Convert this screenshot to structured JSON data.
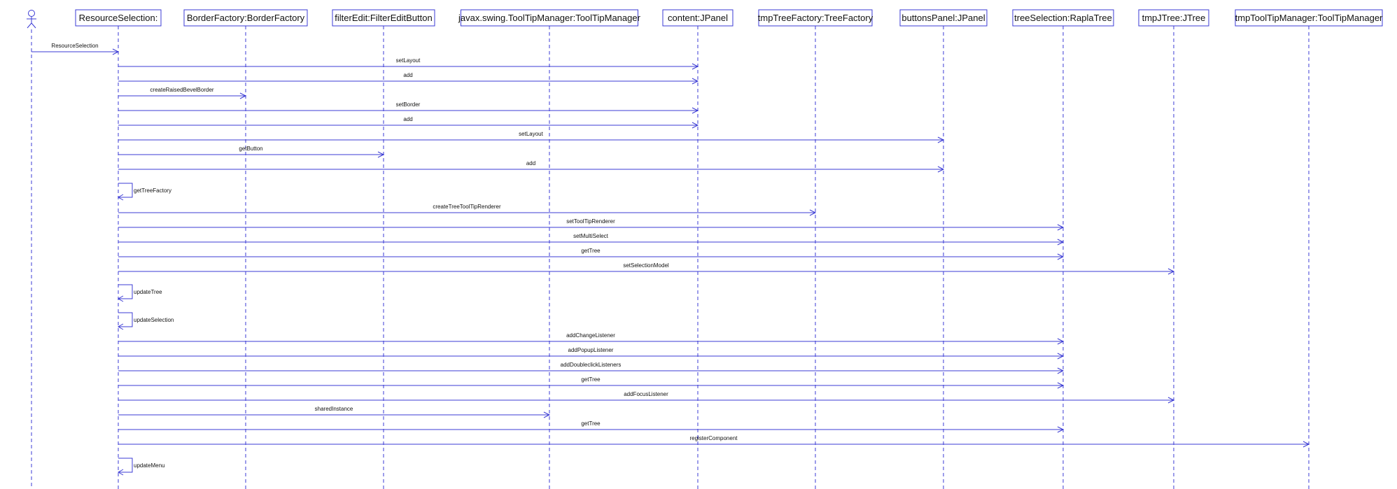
{
  "diagram": {
    "type": "sequence",
    "actor": {
      "id": "user"
    },
    "lifelines": [
      {
        "id": "resourceSelection",
        "label": "ResourceSelection:"
      },
      {
        "id": "borderFactory",
        "label": "BorderFactory:BorderFactory"
      },
      {
        "id": "filterEdit",
        "label": "filterEdit:FilterEditButton"
      },
      {
        "id": "toolTipManager",
        "label": "javax.swing.ToolTipManager:ToolTipManager"
      },
      {
        "id": "content",
        "label": "content:JPanel"
      },
      {
        "id": "tmpTreeFactory",
        "label": "tmpTreeFactory:TreeFactory"
      },
      {
        "id": "buttonsPanel",
        "label": "buttonsPanel:JPanel"
      },
      {
        "id": "treeSelection",
        "label": "treeSelection:RaplaTree"
      },
      {
        "id": "tmpJTree",
        "label": "tmpJTree:JTree"
      },
      {
        "id": "tmpToolTipManager",
        "label": "tmpToolTipManager:ToolTipManager"
      }
    ],
    "messages": [
      {
        "from": "user",
        "to": "resourceSelection",
        "label": "ResourceSelection"
      },
      {
        "from": "resourceSelection",
        "to": "content",
        "label": "setLayout"
      },
      {
        "from": "resourceSelection",
        "to": "content",
        "label": "add"
      },
      {
        "from": "resourceSelection",
        "to": "borderFactory",
        "label": "createRaisedBevelBorder"
      },
      {
        "from": "resourceSelection",
        "to": "content",
        "label": "setBorder"
      },
      {
        "from": "resourceSelection",
        "to": "content",
        "label": "add"
      },
      {
        "from": "resourceSelection",
        "to": "buttonsPanel",
        "label": "setLayout"
      },
      {
        "from": "resourceSelection",
        "to": "filterEdit",
        "label": "getButton"
      },
      {
        "from": "resourceSelection",
        "to": "buttonsPanel",
        "label": "add"
      },
      {
        "from": "resourceSelection",
        "to": "resourceSelection",
        "label": "getTreeFactory"
      },
      {
        "from": "resourceSelection",
        "to": "tmpTreeFactory",
        "label": "createTreeToolTipRenderer"
      },
      {
        "from": "resourceSelection",
        "to": "treeSelection",
        "label": "setToolTipRenderer"
      },
      {
        "from": "resourceSelection",
        "to": "treeSelection",
        "label": "setMultiSelect"
      },
      {
        "from": "resourceSelection",
        "to": "treeSelection",
        "label": "getTree"
      },
      {
        "from": "resourceSelection",
        "to": "tmpJTree",
        "label": "setSelectionModel"
      },
      {
        "from": "resourceSelection",
        "to": "resourceSelection",
        "label": "updateTree"
      },
      {
        "from": "resourceSelection",
        "to": "resourceSelection",
        "label": "updateSelection"
      },
      {
        "from": "resourceSelection",
        "to": "treeSelection",
        "label": "addChangeListener"
      },
      {
        "from": "resourceSelection",
        "to": "treeSelection",
        "label": "addPopupListener"
      },
      {
        "from": "resourceSelection",
        "to": "treeSelection",
        "label": "addDoubleclickListeners"
      },
      {
        "from": "resourceSelection",
        "to": "treeSelection",
        "label": "getTree"
      },
      {
        "from": "resourceSelection",
        "to": "tmpJTree",
        "label": "addFocusListener"
      },
      {
        "from": "resourceSelection",
        "to": "toolTipManager",
        "label": "sharedInstance"
      },
      {
        "from": "resourceSelection",
        "to": "treeSelection",
        "label": "getTree"
      },
      {
        "from": "resourceSelection",
        "to": "tmpToolTipManager",
        "label": "registerComponent"
      },
      {
        "from": "resourceSelection",
        "to": "resourceSelection",
        "label": "updateMenu"
      }
    ]
  },
  "colors": {
    "line": "#3b3bd4",
    "text": "#111111",
    "background": "#ffffff"
  }
}
